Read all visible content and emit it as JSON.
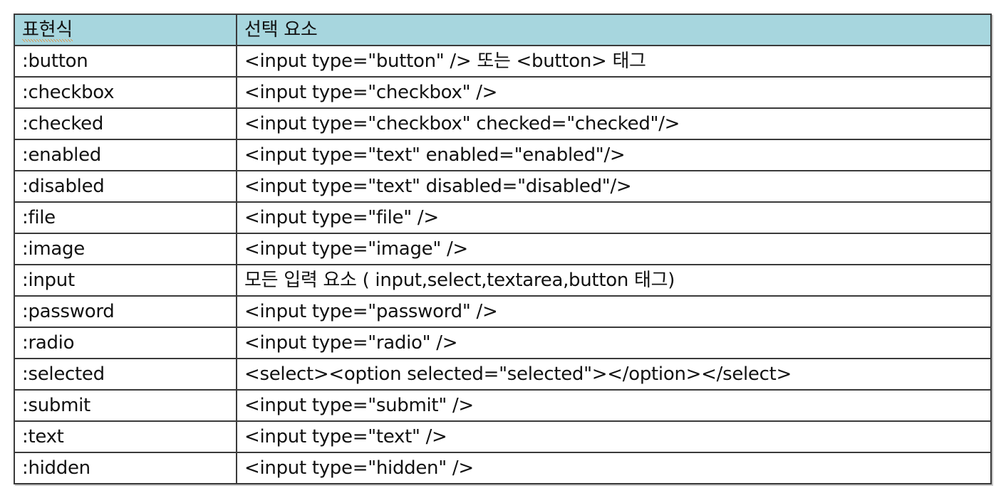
{
  "document": {
    "kind": "table",
    "language": "ko",
    "header_bg_color": "#a7d6de",
    "border_color": "#3a3a3a",
    "spellcheck_underline_color": "#e8852a",
    "background_color": "#ffffff"
  },
  "table": {
    "columns": [
      {
        "key": "expression",
        "header": "표현식",
        "header_has_spellcheck_underline": true
      },
      {
        "key": "element",
        "header": "선택 요소",
        "header_has_spellcheck_underline": false
      }
    ],
    "rows": [
      {
        "expression": ":button",
        "element": "<input type=\"button\" /> 또는 <button> 태그"
      },
      {
        "expression": ":checkbox",
        "element": "<input type=\"checkbox\" />"
      },
      {
        "expression": ":checked",
        "element": "<input type=\"checkbox\"   checked=\"checked\"/>"
      },
      {
        "expression": ":enabled",
        "element": "<input type=\"text\"   enabled=\"enabled\"/>"
      },
      {
        "expression": ":disabled",
        "element": "<input type=\"text\"   disabled=\"disabled\"/>"
      },
      {
        "expression": ":file",
        "element": "<input type=\"file\" />"
      },
      {
        "expression": ":image",
        "element": "<input type=\"image\" />"
      },
      {
        "expression": ":input",
        "element": "모든 입력 요소 ( input,select,textarea,button 태그)"
      },
      {
        "expression": ":password",
        "element": "<input type=\"password\" />"
      },
      {
        "expression": ":radio",
        "element": "<input type=\"radio\" />"
      },
      {
        "expression": ":selected",
        "element": "<select><option selected=\"selected\"></option></select>"
      },
      {
        "expression": ":submit",
        "element": "<input type=\"submit\" />"
      },
      {
        "expression": ":text",
        "element": "<input type=\"text\" />"
      },
      {
        "expression": ":hidden",
        "element": "<input type=\"hidden\" />"
      }
    ]
  }
}
